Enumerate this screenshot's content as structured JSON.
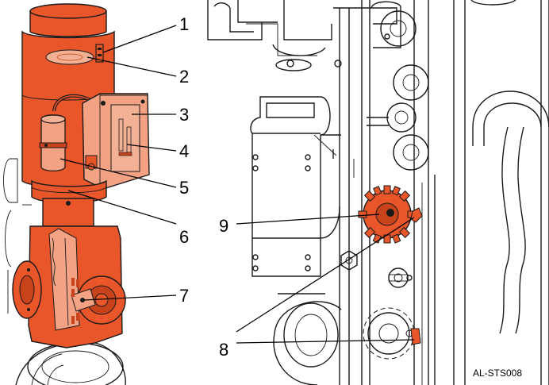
{
  "figure": {
    "doc_code": "AL-STS008",
    "callouts": [
      {
        "id": "1",
        "label": "1"
      },
      {
        "id": "2",
        "label": "2"
      },
      {
        "id": "3",
        "label": "3"
      },
      {
        "id": "4",
        "label": "4"
      },
      {
        "id": "5",
        "label": "5"
      },
      {
        "id": "6",
        "label": "6"
      },
      {
        "id": "7",
        "label": "7"
      },
      {
        "id": "8",
        "label": "8"
      },
      {
        "id": "9",
        "label": "9"
      }
    ]
  },
  "colors": {
    "motor_orange": "#e8562a",
    "motor_orange_dark": "#c8431c",
    "highlight_light": "#f2b094",
    "highlight_mid": "#f3a383",
    "outline": "#1a1a1a",
    "background": "#ffffff"
  },
  "icons": {
    "motor": "gear-motor-illustration",
    "mechanism": "rack-and-pinion-illustration"
  }
}
